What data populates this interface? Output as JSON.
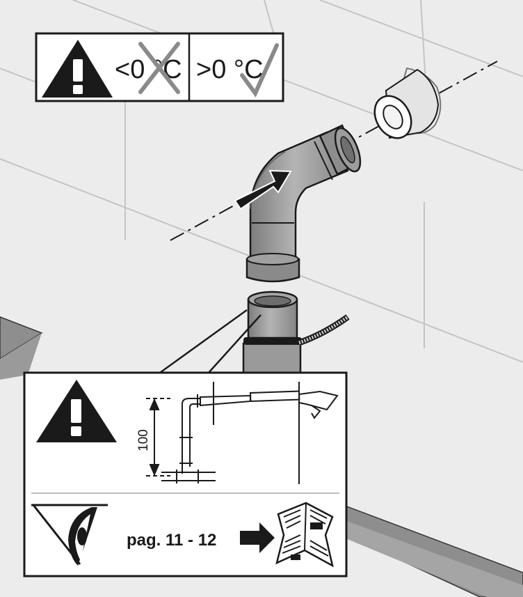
{
  "temperature_panel": {
    "freeze_label": "<0 °C",
    "freeze_status": "not allowed",
    "ok_label": ">0 °C",
    "ok_status": "allowed"
  },
  "dimension": {
    "value": "100"
  },
  "reference": {
    "text": "pag. 11 - 12"
  },
  "icons": [
    "warning-icon",
    "cross-icon",
    "check-icon",
    "push-arrow-icon",
    "eye-icon",
    "manual-icon"
  ],
  "colors": {
    "background": "#ececec",
    "line": "#1a1a1a",
    "pipe_fill": "#9a9a9a",
    "floor_strip": "#8f8f8f"
  }
}
